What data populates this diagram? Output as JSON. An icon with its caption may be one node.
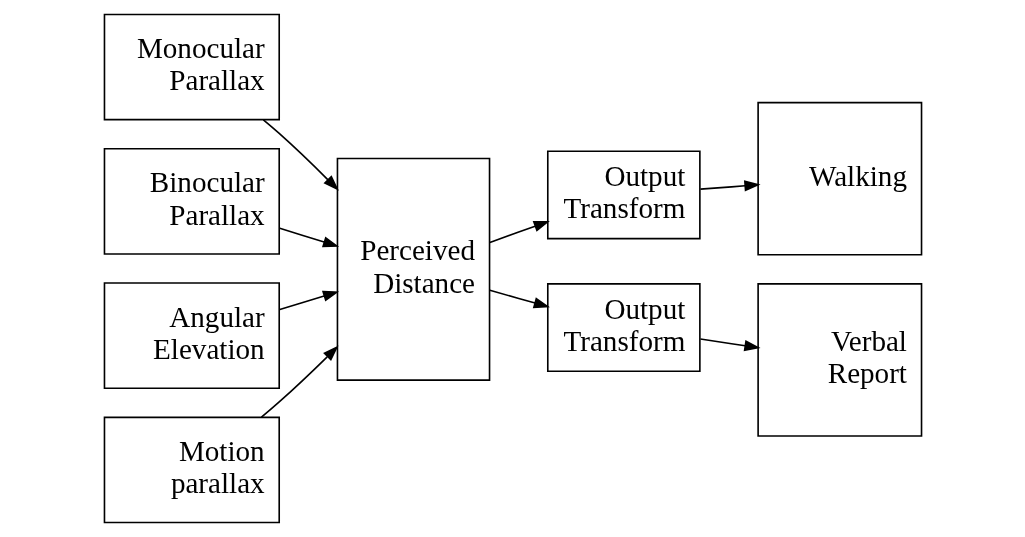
{
  "diagram": {
    "nodes": [
      {
        "text": [
          "Monocular Parallax"
        ]
      },
      {
        "text": [
          "Binocular Parallax"
        ]
      },
      {
        "text": [
          "Angular Elevation"
        ]
      },
      {
        "text": [
          "Motion parallax"
        ]
      },
      {
        "text": [
          "Perceived Distance"
        ]
      },
      {
        "text": [
          "Output Transform"
        ]
      },
      {
        "text": [
          "Walking"
        ]
      },
      {
        "text": [
          "Output Transform"
        ]
      },
      {
        "text": [
          "Verbal Report"
        ]
      }
    ],
    "edges": [
      {
        "from": 0,
        "to": 4,
        "arrow": "to"
      },
      {
        "from": 1,
        "to": 4,
        "arrow": "to"
      },
      {
        "from": 2,
        "to": 4,
        "arrow": "to"
      },
      {
        "from": 3,
        "to": 4,
        "arrow": "to"
      },
      {
        "from": 4,
        "to": 5,
        "arrow": "to"
      },
      {
        "from": 5,
        "to": 6,
        "arrow": "to"
      },
      {
        "from": 4,
        "to": 7,
        "arrow": "to"
      },
      {
        "from": 7,
        "to": 8,
        "arrow": "to"
      }
    ]
  }
}
